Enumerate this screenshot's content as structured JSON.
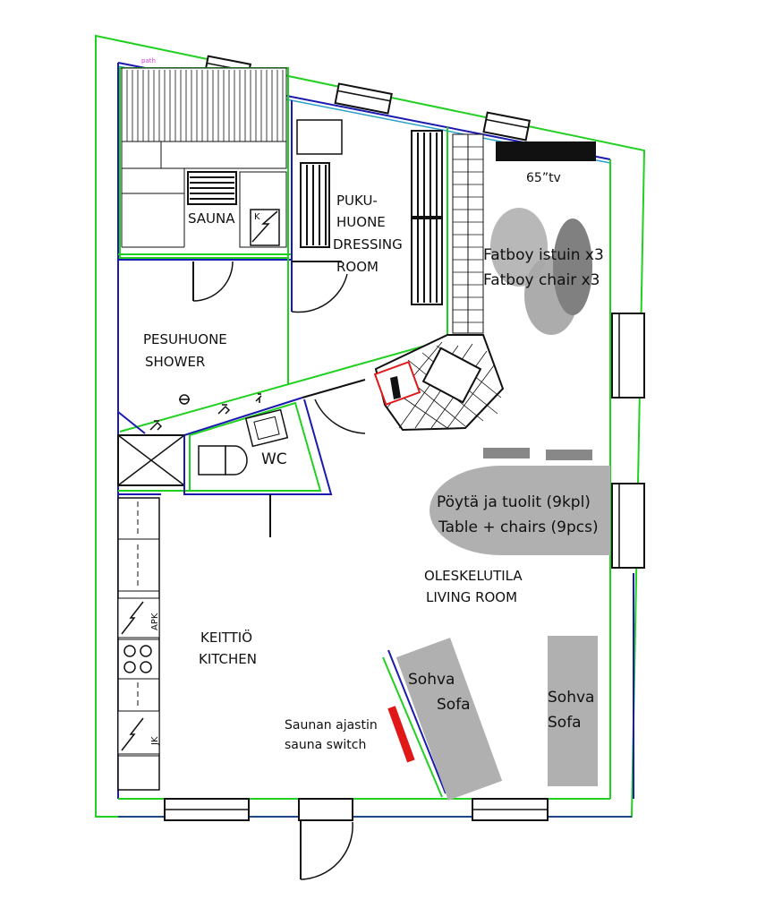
{
  "path_tag": "path",
  "rooms": {
    "sauna": "SAUNA",
    "k_mark": "K",
    "dressing_fi": "PUKU-",
    "dressing_fi2": "HUONE",
    "dressing_en": "DRESSING",
    "dressing_en2": "ROOM",
    "shower_fi": "PESUHUONE",
    "shower_en": "SHOWER",
    "wc": "WC",
    "kitchen_fi": "KEITTIÖ",
    "kitchen_en": "KITCHEN",
    "living_fi": "OLESKELUTILA",
    "living_en": "LIVING ROOM"
  },
  "furniture": {
    "tv": "65”tv",
    "fatboy_fi": "Fatboy istuin x3",
    "fatboy_en": "Fatboy chair x3",
    "table_fi": "Pöytä ja tuolit (9kpl)",
    "table_en": "Table + chairs (9pcs)",
    "sofa1_fi": "Sohva",
    "sofa1_en": "Sofa",
    "sofa2_fi": "Sohva",
    "sofa2_en": "Sofa",
    "timer_fi": "Saunan ajastin",
    "timer_en": "sauna switch",
    "apk": "APK",
    "jk": "JK"
  },
  "colors": {
    "outline_green": "#22d022",
    "wall_blue": "#1a1ab0",
    "wall_cyan": "#2aa0c8",
    "furniture_gray": "#b0b0b0",
    "timer_red": "#e01818",
    "tv_black": "#111111"
  }
}
